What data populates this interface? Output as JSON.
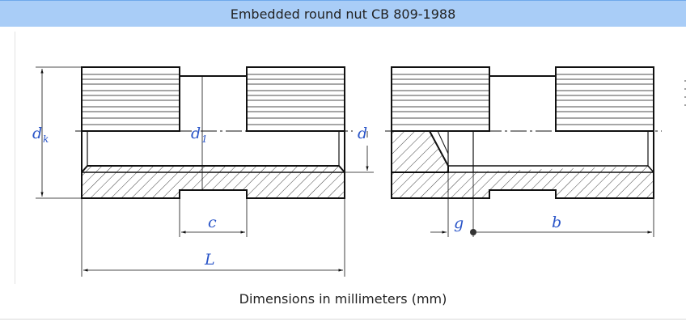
{
  "header": {
    "title": "Embedded round nut CB 809-1988"
  },
  "caption": "Dimensions in millimeters (mm)",
  "labels": {
    "dk": "d",
    "dk_sub": "k",
    "d1": "d",
    "d1_sub": "1",
    "d": "d",
    "c": "c",
    "L": "L",
    "g": "g",
    "b": "b"
  },
  "colors": {
    "header_bg": "#a9cdf7",
    "label": "#2a55c8",
    "line": "#111111"
  }
}
